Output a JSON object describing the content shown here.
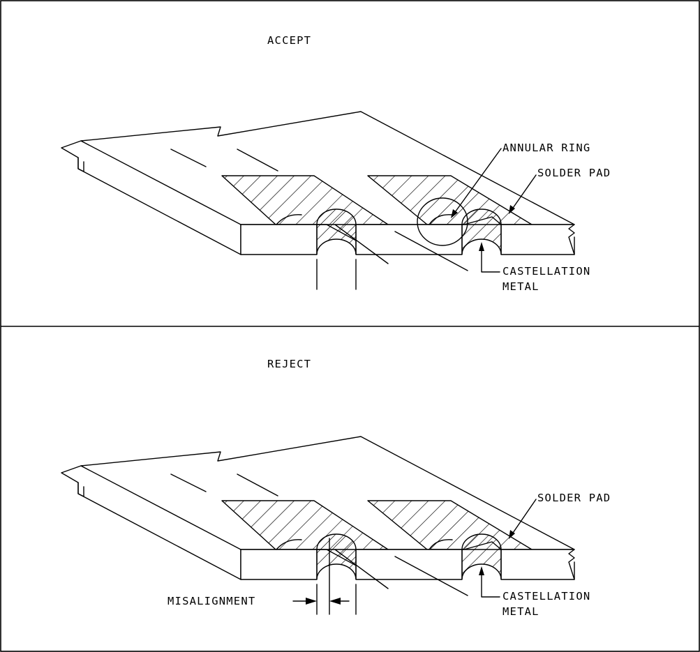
{
  "panels": [
    {
      "title": "ACCEPT",
      "labels": {
        "annular_ring": "ANNULAR RING",
        "solder_pad": "SOLDER PAD",
        "castellation_line1": "CASTELLATION",
        "castellation_line2": "METAL"
      }
    },
    {
      "title": "REJECT",
      "labels": {
        "solder_pad": "SOLDER PAD",
        "castellation_line1": "CASTELLATION",
        "castellation_line2": "METAL",
        "misalignment": "MISALIGNMENT"
      }
    }
  ],
  "colors": {
    "line": "#000000",
    "background": "#ffffff"
  }
}
